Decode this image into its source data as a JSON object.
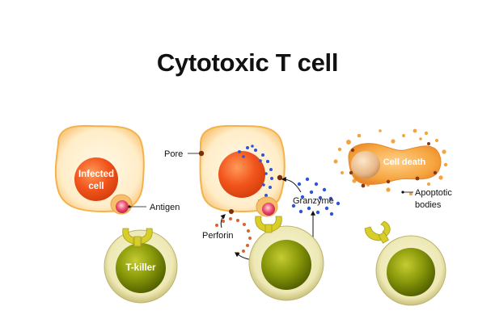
{
  "title": "Cytotoxic T cell",
  "labels": {
    "infected_cell_line1": "Infected",
    "infected_cell_line2": "cell",
    "antigen": "Antigen",
    "t_killer": "T-killer",
    "pore": "Pore",
    "granzyme": "Granzyme",
    "perforin": "Perforin",
    "cell_death": "Cell death",
    "apoptotic_line1": "Apoptotic",
    "apoptotic_line2": "bodies"
  },
  "colors": {
    "cell_fill": "#fff1d6",
    "cell_border": "#f6b24a",
    "nucleus": "#f2551c",
    "apoptotic_cell": "#f4a03a",
    "t_killer_ring": "#f3f0c2",
    "t_killer_core": "#7b8a06",
    "receptor": "#d8ce2a",
    "antigen": "#e63a63",
    "granzyme": "#2f54d8",
    "perforin": "#d8652a"
  }
}
